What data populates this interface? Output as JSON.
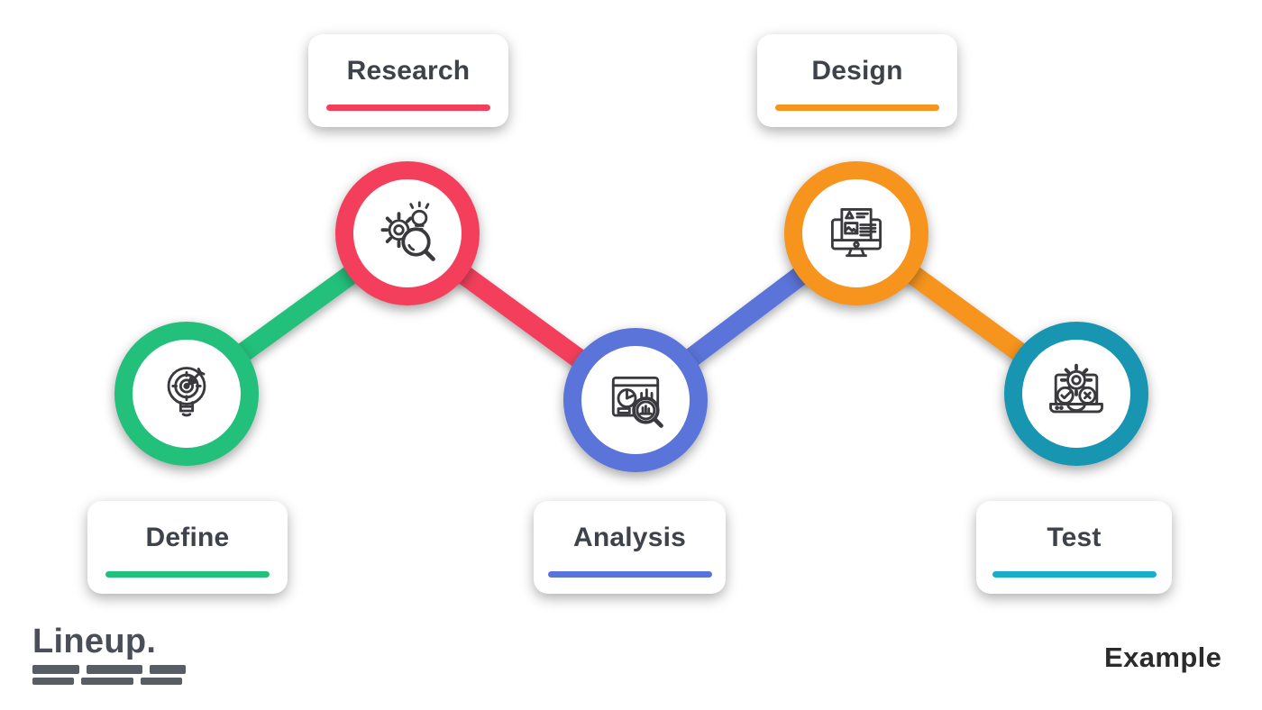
{
  "diagram": {
    "type": "process-flow",
    "text_color": "#3E424B",
    "icon_stroke_color": "#3A3A3E",
    "stages": [
      {
        "label": "Define",
        "color": "#23C07C",
        "underline_color": "#23C07C",
        "icon": "lightbulb-target-icon",
        "label_position": "bottom"
      },
      {
        "label": "Research",
        "color": "#F43F5C",
        "underline_color": "#F43F5C",
        "icon": "gear-lightbulb-magnifier-icon",
        "label_position": "top"
      },
      {
        "label": "Analysis",
        "color": "#5B74DA",
        "underline_color": "#5B74DA",
        "icon": "dashboard-magnifier-icon",
        "label_position": "bottom"
      },
      {
        "label": "Design",
        "color": "#F6941E",
        "underline_color": "#F6941E",
        "icon": "monitor-webpage-icon",
        "label_position": "top"
      },
      {
        "label": "Test",
        "color": "#1895B1",
        "underline_color": "#18AEC8",
        "icon": "laptop-check-cross-icon",
        "label_position": "bottom"
      }
    ],
    "connectors": [
      {
        "from": "Define",
        "to": "Research",
        "color": "#23C07C"
      },
      {
        "from": "Research",
        "to": "Analysis",
        "color": "#F43F5C"
      },
      {
        "from": "Analysis",
        "to": "Design",
        "color": "#5B74DA"
      },
      {
        "from": "Design",
        "to": "Test",
        "color": "#F6941E"
      }
    ]
  },
  "watermarks": {
    "logo_text": "Lineup.",
    "example_text": "Example"
  }
}
